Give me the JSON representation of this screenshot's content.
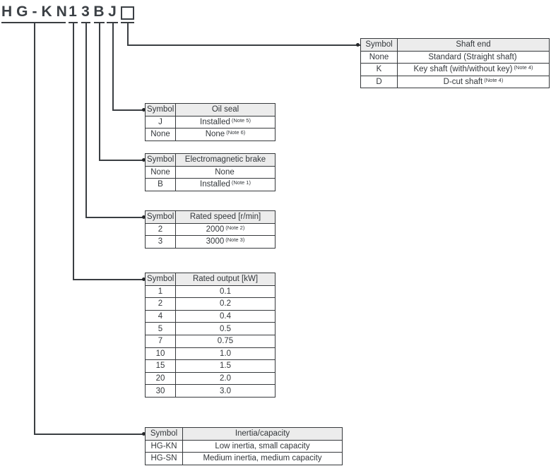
{
  "model_code": {
    "segments": {
      "series": "HG-KN",
      "rated_output": "1",
      "rated_speed": "3",
      "brake": "B",
      "oil_seal": "J"
    },
    "blank_box_symbol": "□"
  },
  "colors": {
    "line": "#3a3e42",
    "table_border": "#36393c",
    "header_background": "#ececec",
    "text": "#33373b"
  },
  "tables": {
    "shaft_end": {
      "headers": [
        "Symbol",
        "Shaft end"
      ],
      "rows": [
        {
          "symbol": "None",
          "value": "Standard (Straight shaft)",
          "note": ""
        },
        {
          "symbol": "K",
          "value": "Key shaft (with/without key)",
          "note": "(Note 4)"
        },
        {
          "symbol": "D",
          "value": "D-cut shaft",
          "note": "(Note 4)"
        }
      ]
    },
    "oil_seal": {
      "headers": [
        "Symbol",
        "Oil seal"
      ],
      "rows": [
        {
          "symbol": "J",
          "value": "Installed",
          "note": "(Note 5)"
        },
        {
          "symbol": "None",
          "value": "None",
          "note": "(Note 6)"
        }
      ]
    },
    "electromagnetic_brake": {
      "headers": [
        "Symbol",
        "Electromagnetic brake"
      ],
      "rows": [
        {
          "symbol": "None",
          "value": "None",
          "note": ""
        },
        {
          "symbol": "B",
          "value": "Installed",
          "note": "(Note 1)"
        }
      ]
    },
    "rated_speed": {
      "headers": [
        "Symbol",
        "Rated speed [r/min]"
      ],
      "rows": [
        {
          "symbol": "2",
          "value": "2000",
          "note": "(Note 2)"
        },
        {
          "symbol": "3",
          "value": "3000",
          "note": "(Note 3)"
        }
      ]
    },
    "rated_output": {
      "headers": [
        "Symbol",
        "Rated output [kW]"
      ],
      "rows": [
        {
          "symbol": "1",
          "value": "0.1",
          "note": ""
        },
        {
          "symbol": "2",
          "value": "0.2",
          "note": ""
        },
        {
          "symbol": "4",
          "value": "0.4",
          "note": ""
        },
        {
          "symbol": "5",
          "value": "0.5",
          "note": ""
        },
        {
          "symbol": "7",
          "value": "0.75",
          "note": ""
        },
        {
          "symbol": "10",
          "value": "1.0",
          "note": ""
        },
        {
          "symbol": "15",
          "value": "1.5",
          "note": ""
        },
        {
          "symbol": "20",
          "value": "2.0",
          "note": ""
        },
        {
          "symbol": "30",
          "value": "3.0",
          "note": ""
        }
      ]
    },
    "inertia_capacity": {
      "headers": [
        "Symbol",
        "Inertia/capacity"
      ],
      "rows": [
        {
          "symbol": "HG-KN",
          "value": "Low inertia, small capacity",
          "note": ""
        },
        {
          "symbol": "HG-SN",
          "value": "Medium inertia, medium capacity",
          "note": ""
        }
      ]
    }
  }
}
